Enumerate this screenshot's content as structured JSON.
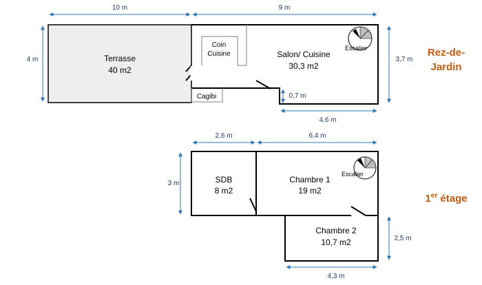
{
  "ground_floor": {
    "level_label_line1": "Rez-de-",
    "level_label_line2": "Jardin",
    "terrace": {
      "name": "Terrasse",
      "area": "40 m2"
    },
    "living": {
      "name": "Salon/ Cuisine",
      "area": "30,3 m2"
    },
    "kitchen_corner": {
      "line1": "Coin",
      "line2": "Cuisine"
    },
    "storage": "Cagibi",
    "stairs": "Escalier",
    "dims": {
      "terrace_width": "10 m",
      "living_width": "9 m",
      "terrace_height": "4 m",
      "living_height": "3,7 m",
      "step": "0,7 m",
      "bottom_width": "4,6 m"
    }
  },
  "first_floor": {
    "level_label_main": "1",
    "level_label_sup": "er",
    "level_label_rest": " étage",
    "bathroom": {
      "name": "SDB",
      "area": "8 m2"
    },
    "bedroom1": {
      "name": "Chambre 1",
      "area": "19 m2"
    },
    "bedroom2": {
      "name": "Chambre 2",
      "area": "10,7 m2"
    },
    "stairs": "Escalier",
    "dims": {
      "bath_width": "2,6 m",
      "bed1_width": "6,4 m",
      "height": "3 m",
      "bed2_height": "2,5 m",
      "bed2_width": "4,3 m"
    }
  }
}
